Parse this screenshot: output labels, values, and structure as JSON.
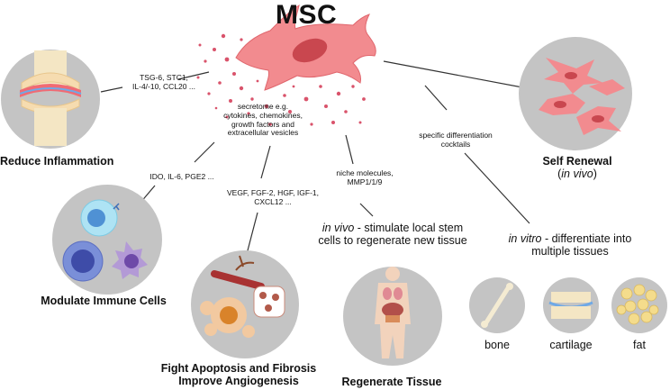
{
  "title": "MSC",
  "secretome": {
    "line1": "secretome e.g.",
    "line2": "cytokines, chemokines,",
    "line3": "growth factors and",
    "line4": "extracellular vesicles"
  },
  "branches": {
    "inflammation": {
      "factors_line1": "TSG-6, STC1,",
      "factors_line2": "IL-4/-10, CCL20 ...",
      "label": "Reduce Inflammation"
    },
    "immune": {
      "factors": "IDO, IL-6, PGE2 ...",
      "label": "Modulate Immune Cells"
    },
    "angiogenesis": {
      "factors_line1": "VEGF, FGF-2, HGF, IGF-1,",
      "factors_line2": "CXCL12 ...",
      "label_line1": "Fight Apoptosis and Fibrosis",
      "label_line2": "Improve Angiogenesis"
    },
    "regenerate": {
      "factors_line1": "niche molecules,",
      "factors_line2": "MMP1/1/9",
      "desc_italic": "in vivo",
      "desc_rest": " - stimulate local stem",
      "desc_line2": "cells to regenerate new tissue",
      "label": "Regenerate Tissue"
    },
    "differentiation": {
      "factors_line1": "specific differentiation",
      "factors_line2": "cocktails",
      "desc_italic": "in vitro",
      "desc_rest": " - differentiate into",
      "desc_line2": "multiple tissues",
      "tissues": [
        "bone",
        "cartilage",
        "fat"
      ]
    },
    "self_renewal": {
      "label": "Self Renewal",
      "sub_open": "(",
      "sub_italic": "in vivo",
      "sub_close": ")"
    }
  },
  "colors": {
    "cell_fill": "#f28b8f",
    "cell_nucleus": "#c9474f",
    "circle_bg": "#c4c4c4",
    "line": "#333333",
    "vesicle": "#d9536b"
  }
}
